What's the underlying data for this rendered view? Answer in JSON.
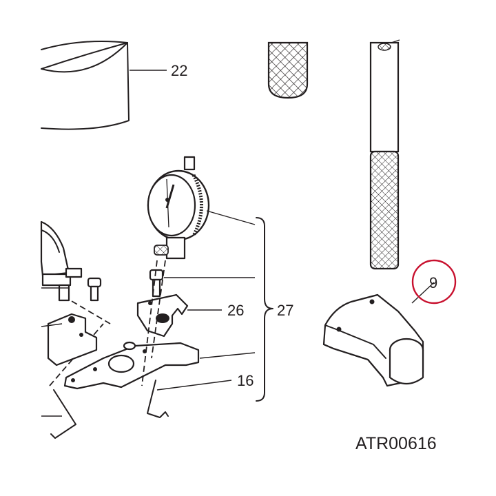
{
  "diagram": {
    "callouts": [
      {
        "id": "22",
        "label": "22"
      },
      {
        "id": "26",
        "label": "26"
      },
      {
        "id": "27",
        "label": "27"
      },
      {
        "id": "16",
        "label": "16"
      },
      {
        "id": "9",
        "label": "9"
      }
    ],
    "reference_code": "ATR00616",
    "highlight_color": "#c8102e",
    "line_color": "#231f20",
    "parts": [
      "sleeve",
      "knurled-handle",
      "threaded-rod",
      "dial-gauge",
      "gauge-holder",
      "base-plate",
      "hex-key",
      "cap-screw",
      "tool-block"
    ]
  }
}
